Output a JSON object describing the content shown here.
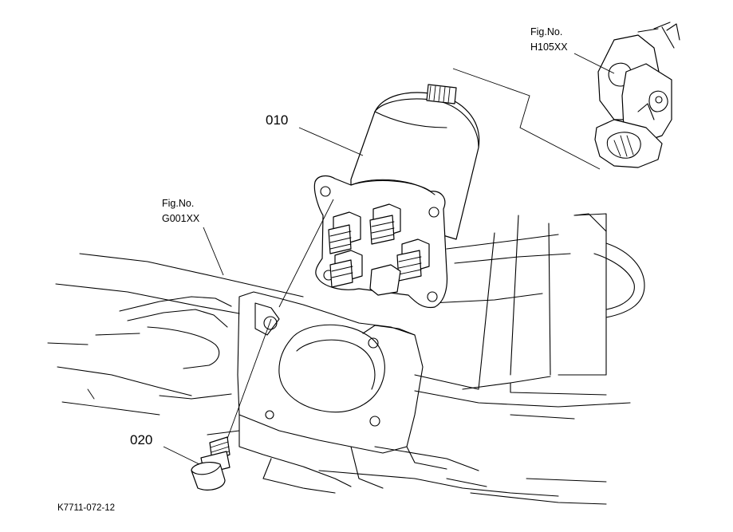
{
  "callouts": {
    "part_010": "010",
    "part_020": "020",
    "fig_h105": {
      "label": "Fig.No.",
      "code": "H105XX"
    },
    "fig_g001": {
      "label": "Fig.No.",
      "code": "G001XX"
    }
  },
  "drawing_code": "K7711-072-12"
}
